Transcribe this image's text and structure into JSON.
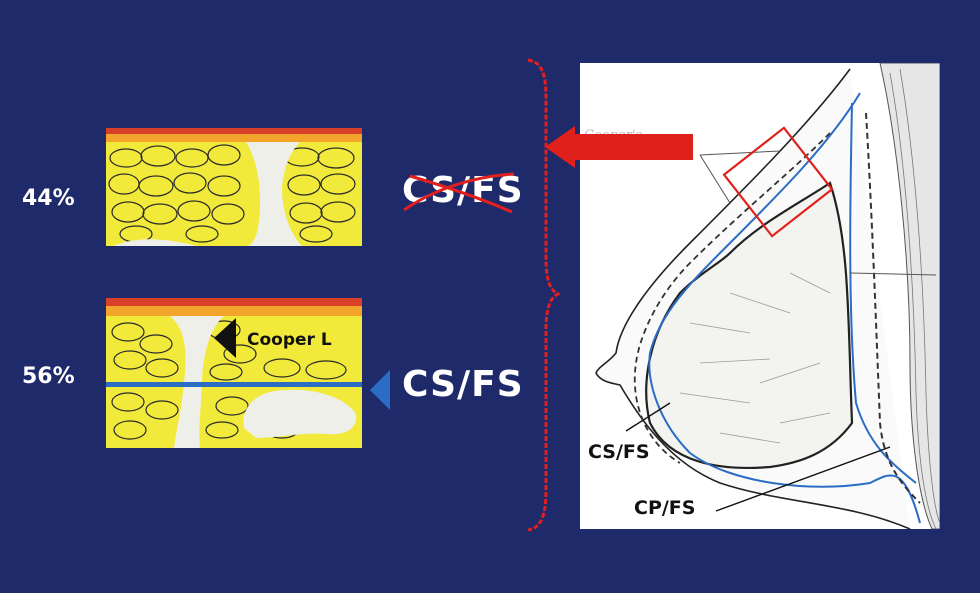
{
  "left": {
    "top_panel": {
      "percent": "44%",
      "label": "CS/FS",
      "label_struck": true
    },
    "bottom_panel": {
      "percent": "56%",
      "label": "CS/FS",
      "annotation": "Cooper L"
    }
  },
  "illustration": {
    "labels": [
      "CS/FS",
      "CP/FS"
    ],
    "faint_text": "Cooper's ligaments"
  },
  "colors": {
    "background": "#1f2a6b",
    "fat": "#f2ea3a",
    "skin_red": "#d9402a",
    "skin_orange": "#f2a52a",
    "fascia_blue": "#2b6cc4",
    "arrow_red": "#e0201a",
    "bracket_red": "#e21f1f",
    "cross_red": "#e01f1f"
  }
}
